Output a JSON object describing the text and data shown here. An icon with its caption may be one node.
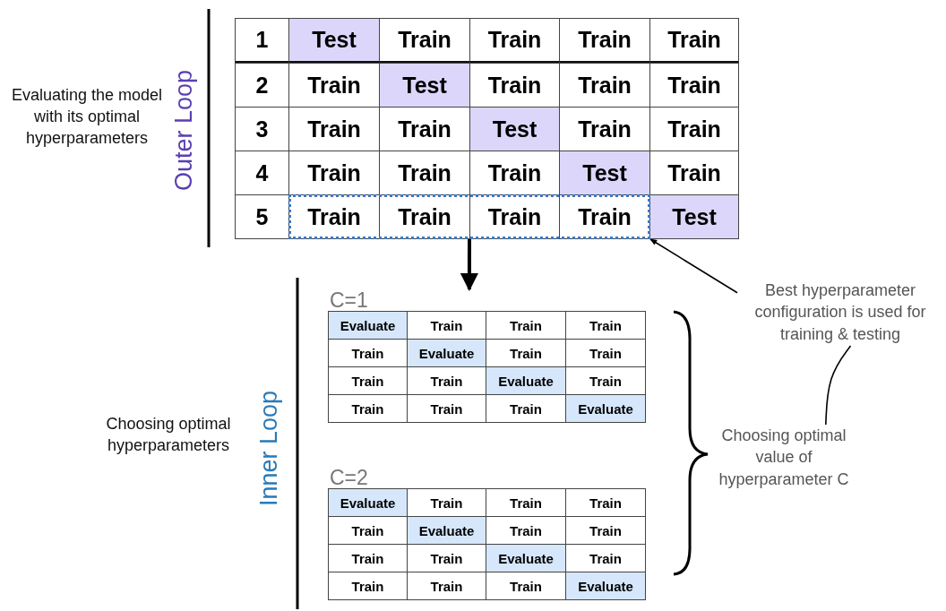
{
  "diagram": {
    "nodes": [
      {
        "text": [],
        "shape": "box"
      },
      {
        "text": [
          "C=1"
        ]
      },
      {
        "text": [
          "C=2"
        ]
      },
      {
        "text": [
          "Best hyperparameter configuration is used for training & testing"
        ]
      },
      {
        "text": [
          "Choosing optimal value of hyperparameter C"
        ]
      }
    ],
    "edges": [
      {
        "from": 0,
        "to": 1,
        "arrow": "to",
        "style": "thick"
      },
      {
        "from": 3,
        "to": 0,
        "arrow": "to"
      },
      {
        "from": 4,
        "to": 3,
        "arrow": "none"
      }
    ],
    "labels": [
      "Evaluating the model with its optimal hyperparameters",
      "Outer Loop",
      "1",
      "Test",
      "Train",
      "Train",
      "Train",
      "Train",
      "2",
      "Train",
      "Test",
      "Train",
      "Train",
      "Train",
      "3",
      "Train",
      "Train",
      "Test",
      "Train",
      "Train",
      "4",
      "Train",
      "Train",
      "Train",
      "Test",
      "Train",
      "5",
      "Train",
      "Train",
      "Train",
      "Train",
      "Test",
      "Choosing optimal hyperparameters",
      "Inner Loop",
      "Evaluate",
      "Train",
      "Train",
      "Train",
      "Train",
      "Evaluate",
      "Train",
      "Train",
      "Train",
      "Train",
      "Evaluate",
      "Train",
      "Train",
      "Train",
      "Train",
      "Evaluate",
      "Evaluate",
      "Train",
      "Train",
      "Train",
      "Train",
      "Evaluate",
      "Train",
      "Train",
      "Train",
      "Train",
      "Evaluate",
      "Train",
      "Train",
      "Train",
      "Train",
      "Evaluate"
    ]
  }
}
